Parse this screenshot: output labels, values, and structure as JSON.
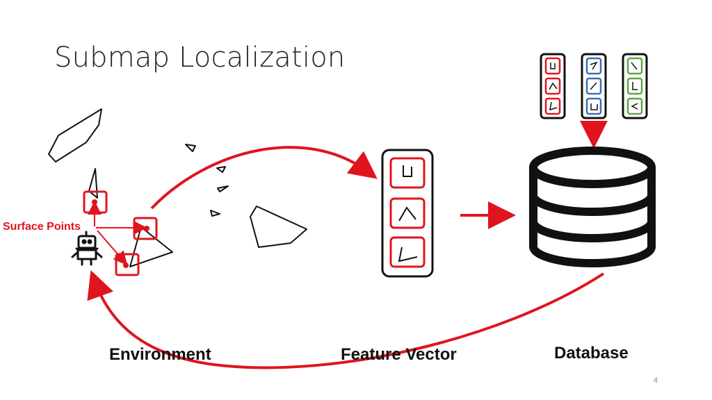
{
  "slide": {
    "title": "Submap Localization",
    "page_number": "4"
  },
  "labels": {
    "surface_points": "Surface Points",
    "environment": "Environment",
    "feature_vector": "Feature Vector",
    "database": "Database"
  },
  "colors": {
    "accent_red": "#e0141e",
    "blue": "#3b6fb6",
    "green": "#5aa845",
    "outline": "#111111"
  },
  "icons": {
    "robot": "robot-icon",
    "database": "database-cylinder-icon"
  }
}
